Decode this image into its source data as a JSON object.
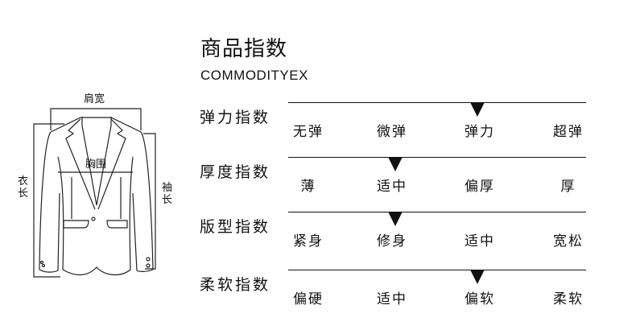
{
  "header": {
    "title": "商品指数",
    "subtitle": "COMMODITYEX"
  },
  "jacket": {
    "shoulder": "肩宽",
    "chest": "胸围",
    "length": [
      "衣",
      "长"
    ],
    "sleeve": [
      "袖",
      "长"
    ]
  },
  "indices": [
    {
      "name": "弹力指数",
      "options": [
        "无弹",
        "微弹",
        "弹力",
        "超弹"
      ],
      "selected": 2
    },
    {
      "name": "厚度指数",
      "options": [
        "薄",
        "适中",
        "偏厚",
        "厚"
      ],
      "selected": 1
    },
    {
      "name": "版型指数",
      "options": [
        "紧身",
        "修身",
        "适中",
        "宽松"
      ],
      "selected": 1
    },
    {
      "name": "柔软指数",
      "options": [
        "偏硬",
        "适中",
        "偏软",
        "柔软"
      ],
      "selected": 2
    }
  ]
}
